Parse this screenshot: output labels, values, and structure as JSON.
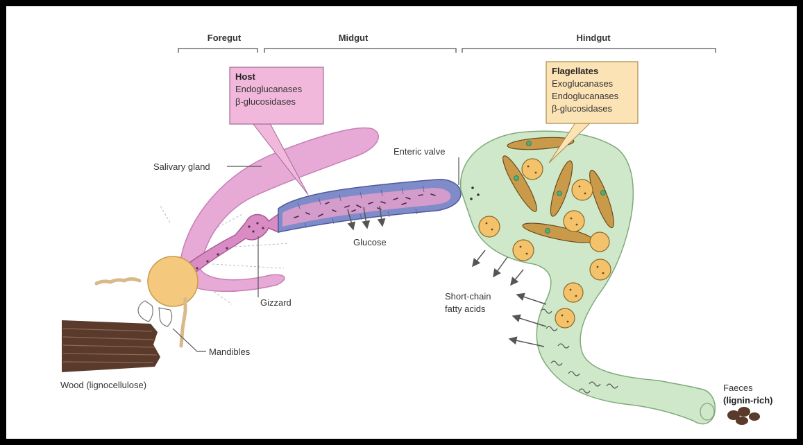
{
  "sections": {
    "foregut": "Foregut",
    "midgut": "Midgut",
    "hindgut": "Hindgut"
  },
  "host_box": {
    "title": "Host",
    "lines": [
      "Endoglucanases",
      "β-glucosidases"
    ]
  },
  "flagellates_box": {
    "title": "Flagellates",
    "lines": [
      "Exoglucanases",
      "Endoglucanases",
      "β-glucosidases"
    ]
  },
  "labels": {
    "salivary_gland": "Salivary gland",
    "enteric_valve": "Enteric valve",
    "glucose": "Glucose",
    "gizzard": "Gizzard",
    "mandibles": "Mandibles",
    "wood": "Wood (lignocellulose)",
    "scfa_line1": "Short-chain",
    "scfa_line2": "fatty acids",
    "faeces_line1": "Faeces",
    "faeces_line2": "(lignin-rich)"
  },
  "colors": {
    "salivary": "#e7a9d6",
    "foregut": "#d98cc4",
    "midgut_wall": "#7f8cc9",
    "midgut_lumen": "#d39ccb",
    "hindgut": "#cfe8c9",
    "head": "#f4c97d",
    "wood": "#5a3a2a",
    "host_box": "#f1b8dc",
    "flagellates_box": "#fbe3b5",
    "flagellate_body": "#c99a4a",
    "protist": "#f3c26a"
  }
}
